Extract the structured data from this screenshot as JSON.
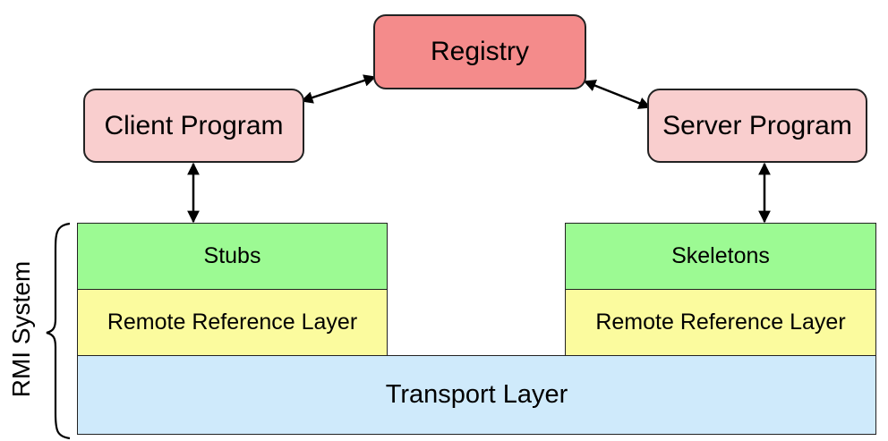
{
  "components": {
    "registry": "Registry",
    "client_program": "Client Program",
    "server_program": "Server Program"
  },
  "client_stack": {
    "stubs": "Stubs",
    "remote_reference_layer": "Remote Reference Layer"
  },
  "server_stack": {
    "skeletons": "Skeletons",
    "remote_reference_layer": "Remote Reference Layer"
  },
  "transport_layer": "Transport Layer",
  "system_label": "RMI System",
  "colors": {
    "registry": "#f48b8b",
    "program": "#f9cece",
    "stubs_skeletons": "#9cfa93",
    "remote_reference": "#fbfb9e",
    "transport": "#cfeafb",
    "outline": "#222222"
  }
}
